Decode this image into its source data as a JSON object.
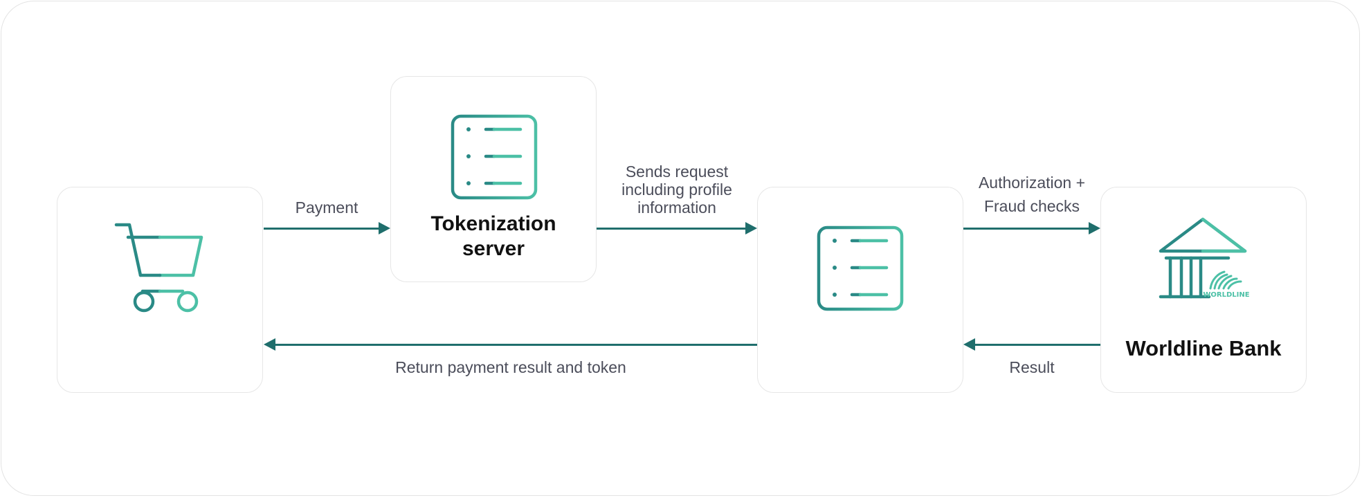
{
  "diagram": {
    "nodes": {
      "shop": {
        "icon": "shopping-cart-icon"
      },
      "tokenization": {
        "icon": "server-icon",
        "title_line1": "Tokenization",
        "title_line2": "server"
      },
      "gateway": {
        "icon": "server-icon"
      },
      "bank": {
        "icon": "bank-icon",
        "title": "Worldline Bank",
        "logo_text": "WORLDLINE"
      }
    },
    "edges": {
      "payment": "Payment",
      "sends_request_line1": "Sends request",
      "sends_request_line2": "including profile",
      "sends_request_line3": "information",
      "authorization_line1": "Authorization +",
      "authorization_line2": "Fraud checks",
      "return_result": "Return payment result and token",
      "result": "Result"
    },
    "colors": {
      "arrow": "#1f6e6c",
      "icon_dark": "#2a8a86",
      "icon_light": "#4cc0a6",
      "label_text": "#4b4d5a",
      "title_text": "#111111"
    }
  }
}
